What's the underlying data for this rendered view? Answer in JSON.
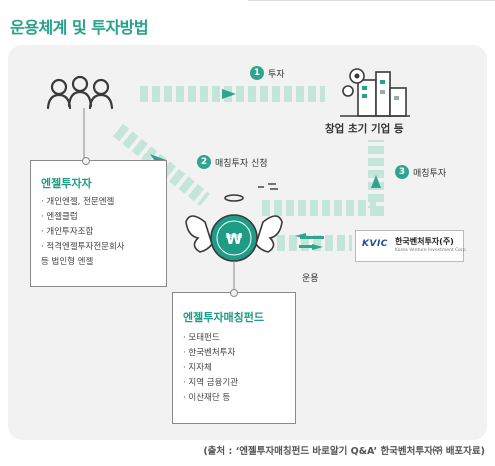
{
  "title": "운용체계 및 투자방법",
  "steps": [
    {
      "num": "1",
      "label": "투자"
    },
    {
      "num": "2",
      "label": "매칭투자 신청"
    },
    {
      "num": "3",
      "label": "매칭투자"
    }
  ],
  "startup": {
    "label": "창업 초기 기업 등",
    "icon": "city-buildings-gear-icon"
  },
  "angel": {
    "icon": "three-people-icon",
    "title": "엔젤투자자",
    "items": [
      "· 개인엔젤, 전문엔젤",
      "· 엔젤클럽",
      "· 개인투자조합",
      "· 적격엔젤투자전문회사",
      "  등 법인형 엔젤"
    ]
  },
  "fund": {
    "icon": "winged-won-coin-icon",
    "coin_symbol": "₩",
    "title": "엔젤투자매칭펀드",
    "items": [
      "· 모태펀드",
      "· 한국벤처투자",
      "· 지자체",
      "· 지역 금융기관",
      "· 이산재단 등"
    ]
  },
  "kvic": {
    "logo": "KVIC",
    "name": "한국벤처투자(주)",
    "subtitle": "Korea Venture Investment Corp.",
    "operation_label": "운용"
  },
  "source": "(출처 : ‘엔젤투자매칭펀드 바로알기 Q&A’ 한국벤처투자㈜ 배포자료)",
  "colors": {
    "accent": "#25a28a",
    "flow": "#b7dfd3",
    "arrow": "#2fa58f",
    "panel": "#f2f2f2"
  }
}
